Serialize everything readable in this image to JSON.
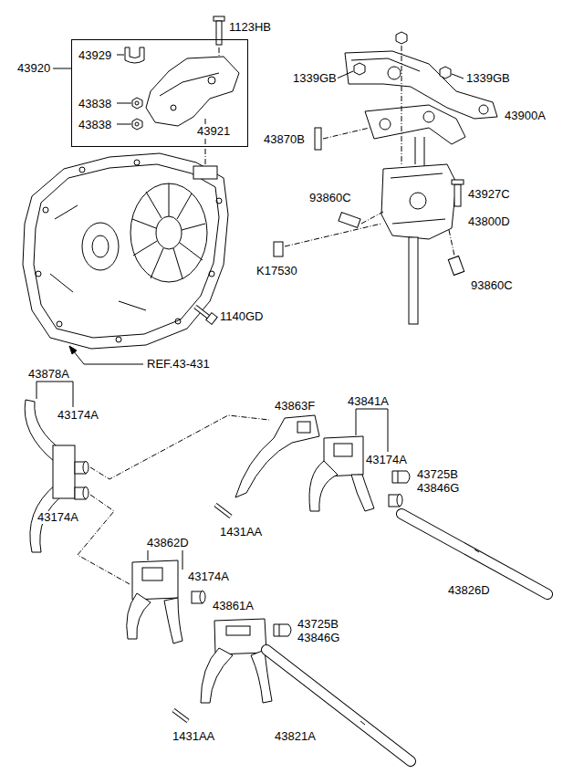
{
  "diagram": {
    "nodes": [
      {
        "text": [
          "43929",
          "43838",
          "43838",
          "43921"
        ]
      }
    ],
    "labels": [
      "1123HB",
      "43920",
      "1339GB",
      "1339GB",
      "43900A",
      "43870B",
      "93860C",
      "43927C",
      "43800D",
      "K17530",
      "93860C",
      "1140GD",
      "REF.43-431",
      "43878A",
      "43174A",
      "43863F",
      "43841A",
      "43174A",
      "43725B",
      "43846G",
      "43174A",
      "1431AA",
      "43862D",
      "43174A",
      "43826D",
      "43861A",
      "43725B",
      "43846G",
      "1431AA",
      "43821A"
    ]
  }
}
